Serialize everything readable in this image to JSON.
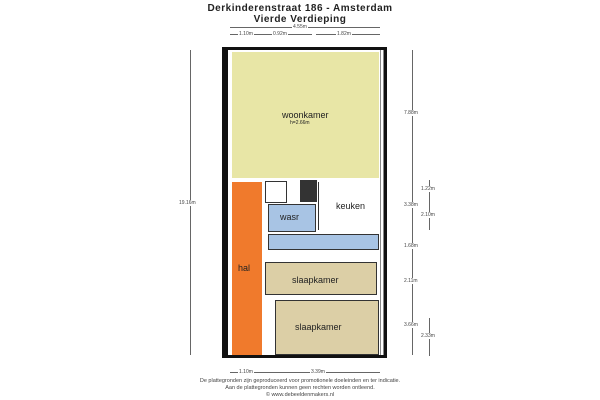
{
  "title": {
    "line1": "Derkinderenstraat 186 - Amsterdam",
    "line2": "Vierde Verdieping"
  },
  "dimensions": {
    "top_total": "4.55m",
    "top_left": "1.10m",
    "top_mid": "0.92m",
    "top_right": "1.82m",
    "left_total": "19.16m",
    "right_woonkamer": "7.88m",
    "right_338": "3.38m",
    "right_122": "1.22m",
    "right_210": "2.10m",
    "right_168": "1.68m",
    "right_211": "2.11m",
    "right_366": "3.66m",
    "right_233": "2.33m",
    "bottom_left": "1.10m",
    "bottom_right": "3.39m"
  },
  "rooms": {
    "woonkamer": {
      "label": "woonkamer",
      "height": "h=2.66m"
    },
    "keuken": "keuken",
    "wasr": "wasr",
    "hal": "hal",
    "slaapkamer1": "slaapkamer",
    "slaapkamer2": "slaapkamer"
  },
  "colors": {
    "woonkamer": "#e8e6a6",
    "hal": "#f07a2c",
    "wasr": "#a8c4e4",
    "slaapkamer": "#dccfa6"
  },
  "footer": {
    "line1": "De plattegronden zijn geproduceerd voor promotionele doeleinden en ter indicatie.",
    "line2": "Aan de plattegronden kunnen geen rechten worden ontleend.",
    "line3": "© www.debeeldenmakers.nl"
  }
}
